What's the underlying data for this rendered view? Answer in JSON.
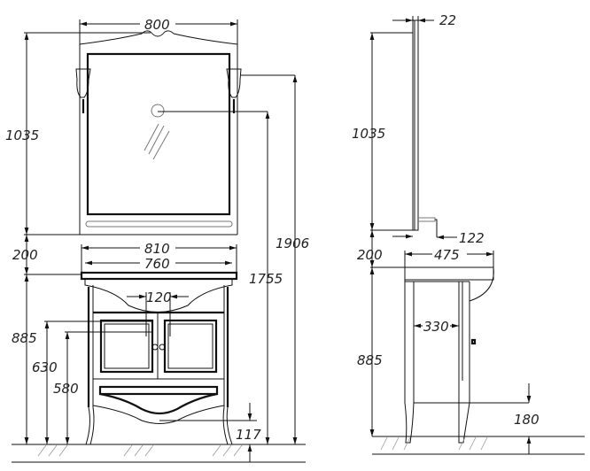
{
  "title": "Vanity unit with mirror — dimension drawing",
  "front_view": {
    "mirror_width": "800",
    "mirror_height": "1035",
    "gap": "200",
    "top_width": "810",
    "basin_width": "760",
    "tap_spacing": "120",
    "vanity_height": "885",
    "door_top_height": "630",
    "door_bottom_height": "580",
    "mirror_center_height": "1755",
    "lamp_height": "1906",
    "drawer_clearance": "117"
  },
  "side_view": {
    "mirror_depth": "22",
    "mirror_height": "1035",
    "shelf_depth": "122",
    "gap": "200",
    "vanity_depth": "475",
    "body_depth": "330",
    "vanity_height": "885",
    "floor_clearance": "180"
  }
}
